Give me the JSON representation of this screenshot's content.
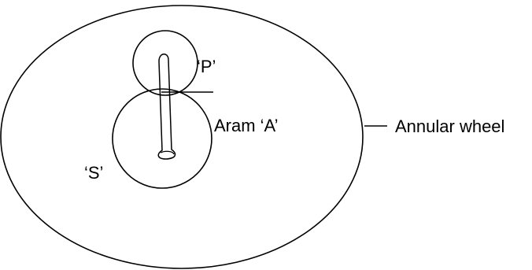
{
  "labels": {
    "planet": "‘P’",
    "arm": "Aram ‘A’",
    "sun": "‘S’",
    "annular": "Annular wheel"
  },
  "colors": {
    "stroke": "#000000",
    "background": "#ffffff"
  }
}
